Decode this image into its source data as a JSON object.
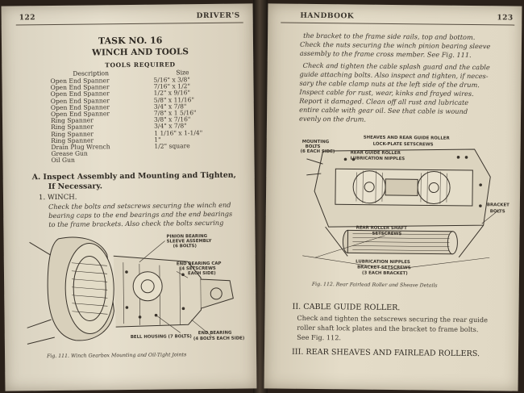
{
  "left_page": {
    "page_number": "122",
    "running_head": "DRIVER'S",
    "task_title": "TASK NO. 16",
    "task_subtitle": "WINCH AND TOOLS",
    "tools_heading": "TOOLS REQUIRED",
    "col_description": "Description",
    "col_size": "Size",
    "tools": [
      {
        "description": "Open End Spanner",
        "size": "5/16\" x 3/8\""
      },
      {
        "description": "Open End Spanner",
        "size": "7/16\" x 1/2\""
      },
      {
        "description": "Open End Spanner",
        "size": "1/2\" x 9/16\""
      },
      {
        "description": "Open End Spanner",
        "size": "5/8\" x 11/16\""
      },
      {
        "description": "Open End Spanner",
        "size": "3/4\" x 7/8\""
      },
      {
        "description": "Open End Spanner",
        "size": "7/8\" x 1 5/16\""
      },
      {
        "description": "Ring Spanner",
        "size": "3/8\" x 7/16\""
      },
      {
        "description": "Ring Spanner",
        "size": "3/4\" x 7/8\""
      },
      {
        "description": "Ring Spanner",
        "size": "1 1/16\" x 1-1/4\""
      },
      {
        "description": "Ring Spanner",
        "size": "1\""
      },
      {
        "description": "Drain Plug Wrench",
        "size": "1/2\" square"
      },
      {
        "description": "Grease Gun",
        "size": ""
      },
      {
        "description": "Oil Gun",
        "size": ""
      }
    ],
    "section_a_line1": "A.  Inspect Assembly and Mounting and Tighten,",
    "section_a_line2": "If Necessary.",
    "subsection_1": "1. WINCH.",
    "winch_text": [
      "Check the bolts and setscrews securing the winch end",
      "bearing caps to the end bearings and the end bearings",
      "to the frame brackets. Also check the bolts securing"
    ],
    "figure_labels": {
      "pinion_bearing": "PINION BEARING",
      "sleeve_assembly": "SLEEVE ASSEMBLY",
      "six_bolts": "(6 BOLTS)",
      "end_bearing_cap": "END BEARING CAP",
      "four_setscrews": "(4 SETSCREWS",
      "each_side": "EACH SIDE)",
      "bell_housing": "BELL HOUSING (7 BOLTS)",
      "end_bearing": "END BEARING",
      "four_bolts": "(4 BOLTS EACH SIDE)"
    },
    "figure_caption": "Fig. 111. Winch Gearbox Mounting and Oil-Tight Joints"
  },
  "right_page": {
    "page_number": "123",
    "running_head": "HANDBOOK",
    "top_text": [
      "the bracket to the frame side rails, top and bottom.",
      "Check the nuts securing the winch pinion bearing sleeve",
      "assembly to the frame cross member. See Fig. 111."
    ],
    "cable_text": [
      "Check and tighten the cable splash guard and the cable",
      "guide attaching bolts. Also inspect and tighten, if neces-",
      "sary the cable clamp nuts at the left side of the drum.",
      "Inspect cable for rust, wear, kinks and frayed wires.",
      "Report it damaged. Clean off all rust and lubricate",
      "entire cable with gear oil. See that cable is wound",
      "evenly on the drum."
    ],
    "figure_labels": {
      "mounting_bolts": "MOUNTING",
      "bolts": "BOLTS",
      "six_each_side": "(6 EACH SIDE)",
      "sheaves": "SHEAVES AND REAR GUIDE ROLLER",
      "lock_plate": "LOCK-PLATE SETSCREWS",
      "rear_guide": "REAR GUIDE ROLLER",
      "lube_nipples": "LUBRICATION NIPPLES",
      "bracket": "BRACKET",
      "bracket_bolts": "BOLTS",
      "rear_roller_shaft": "REAR ROLLER SHAFT",
      "setscrews": "SETSCREWS",
      "lube_nipples_2": "LUBRICATION NIPPLES",
      "bracket_setscrews": "BRACKET SETSCREWS",
      "three_each": "(3 EACH BRACKET)"
    },
    "figure_caption": "Fig. 112. Rear Fairlead Roller and Sheave Details",
    "section_2": "II. CABLE GUIDE ROLLER.",
    "roller_text": [
      "Check and tighten the setscrews securing the rear guide",
      "roller shaft lock plates and the bracket to frame bolts.",
      "See Fig. 112."
    ],
    "section_3": "III. REAR SHEAVES AND FAIRLEAD ROLLERS."
  }
}
